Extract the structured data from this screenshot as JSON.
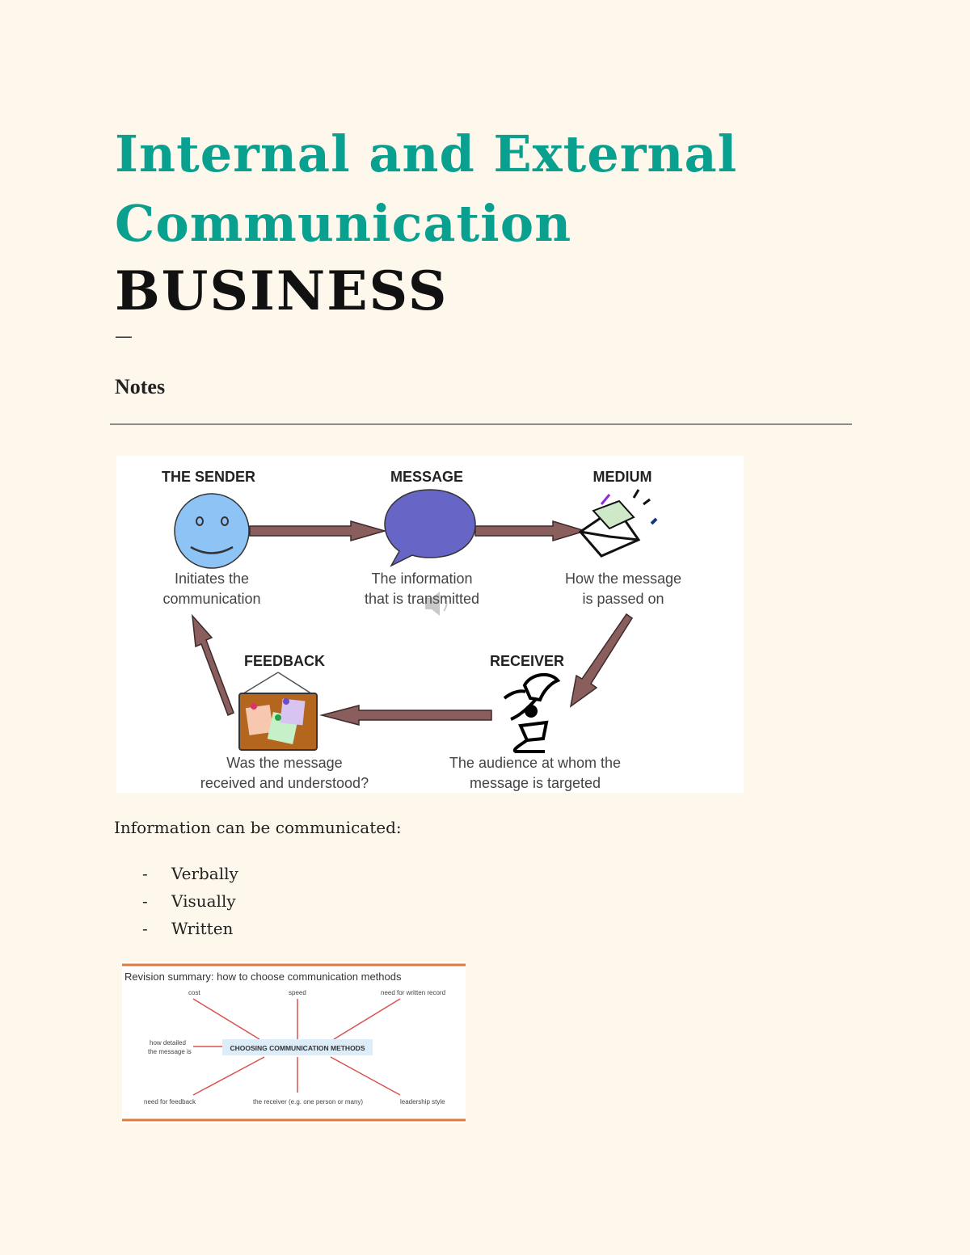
{
  "header": {
    "title": "Internal and External Communication",
    "subject": "BUSINESS",
    "divider_mark": "—",
    "section_label": "Notes"
  },
  "communication_cycle": {
    "stages": [
      {
        "heading": "THE SENDER",
        "line1": "Initiates the",
        "line2": "communication",
        "icon": "smiley-face-icon"
      },
      {
        "heading": "MESSAGE",
        "line1": "The information",
        "line2": "that is transmitted",
        "icon": "speech-bubble-icon"
      },
      {
        "heading": "MEDIUM",
        "line1": "How the message",
        "line2": "is passed on",
        "icon": "envelope-icon"
      },
      {
        "heading": "RECEIVER",
        "line1": "The audience at whom the",
        "line2": "message is targeted",
        "icon": "person-icon"
      },
      {
        "heading": "FEEDBACK",
        "line1": "Was the message",
        "line2": "received and understood?",
        "icon": "notice-board-icon"
      }
    ]
  },
  "body": {
    "intro": "Information can be communicated:",
    "bullet_mark": "-",
    "methods": [
      "Verbally",
      "Visually",
      "Written"
    ]
  },
  "revision_summary": {
    "title": "Revision summary: how to choose communication methods",
    "center": "CHOOSING COMMUNICATION METHODS",
    "factors": {
      "cost": "cost",
      "speed": "speed",
      "written_record": "need for written record",
      "detail_line1": "how detailed",
      "detail_line2": "the message is",
      "feedback": "need for feedback",
      "receiver": "the receiver (e.g. one person or many)",
      "leadership": "leadership style"
    }
  },
  "colors": {
    "title": "#0aa08f",
    "page_background": "#fef7ec",
    "arrow_fill": "#8b5e5e",
    "smiley_fill": "#8ec3f5",
    "bubble_fill": "#6766c7",
    "summary_rule": "#e07a3a",
    "summary_spoke": "#d9534f",
    "summary_center_fill": "#dcecf8"
  }
}
